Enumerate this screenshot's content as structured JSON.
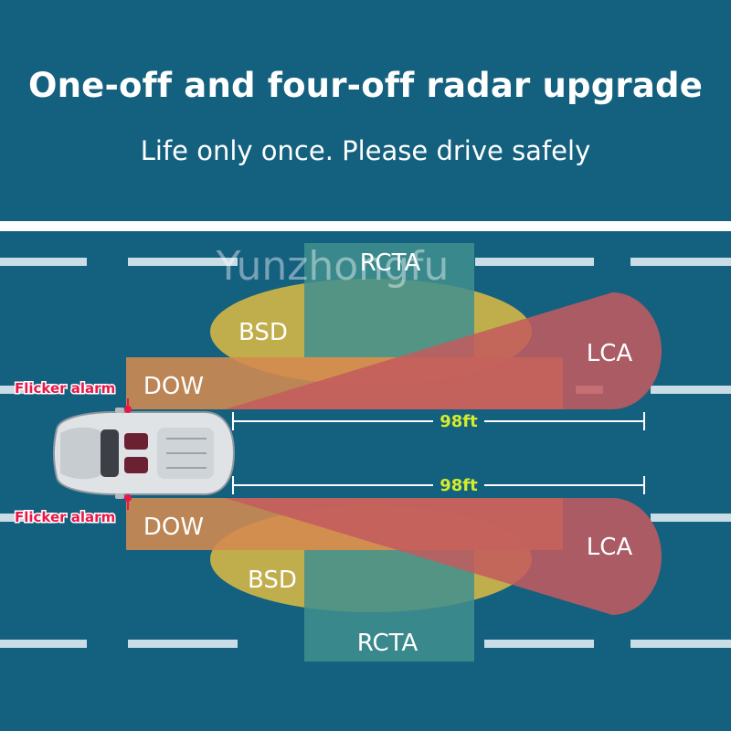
{
  "header": {
    "title": "One-off and four-off radar upgrade",
    "subtitle": "Life only once. Please drive safely"
  },
  "watermark": "Yunzhongfu",
  "zones": {
    "top": {
      "rcta": "RCTA",
      "bsd": "BSD",
      "lca": "LCA",
      "dow": "DOW",
      "alarm": "Flicker alarm",
      "distance": "98ft"
    },
    "bottom": {
      "rcta": "RCTA",
      "bsd": "BSD",
      "lca": "LCA",
      "dow": "DOW",
      "alarm": "Flicker alarm",
      "distance": "98ft"
    }
  },
  "colors": {
    "road": "#14607f",
    "bsd": "#c9b24a",
    "dow": "#d48a50",
    "lca": "#c45a5e",
    "rcta": "#3f8f8e",
    "distance": "#d6ec2a",
    "alarm": "#e8174a"
  }
}
